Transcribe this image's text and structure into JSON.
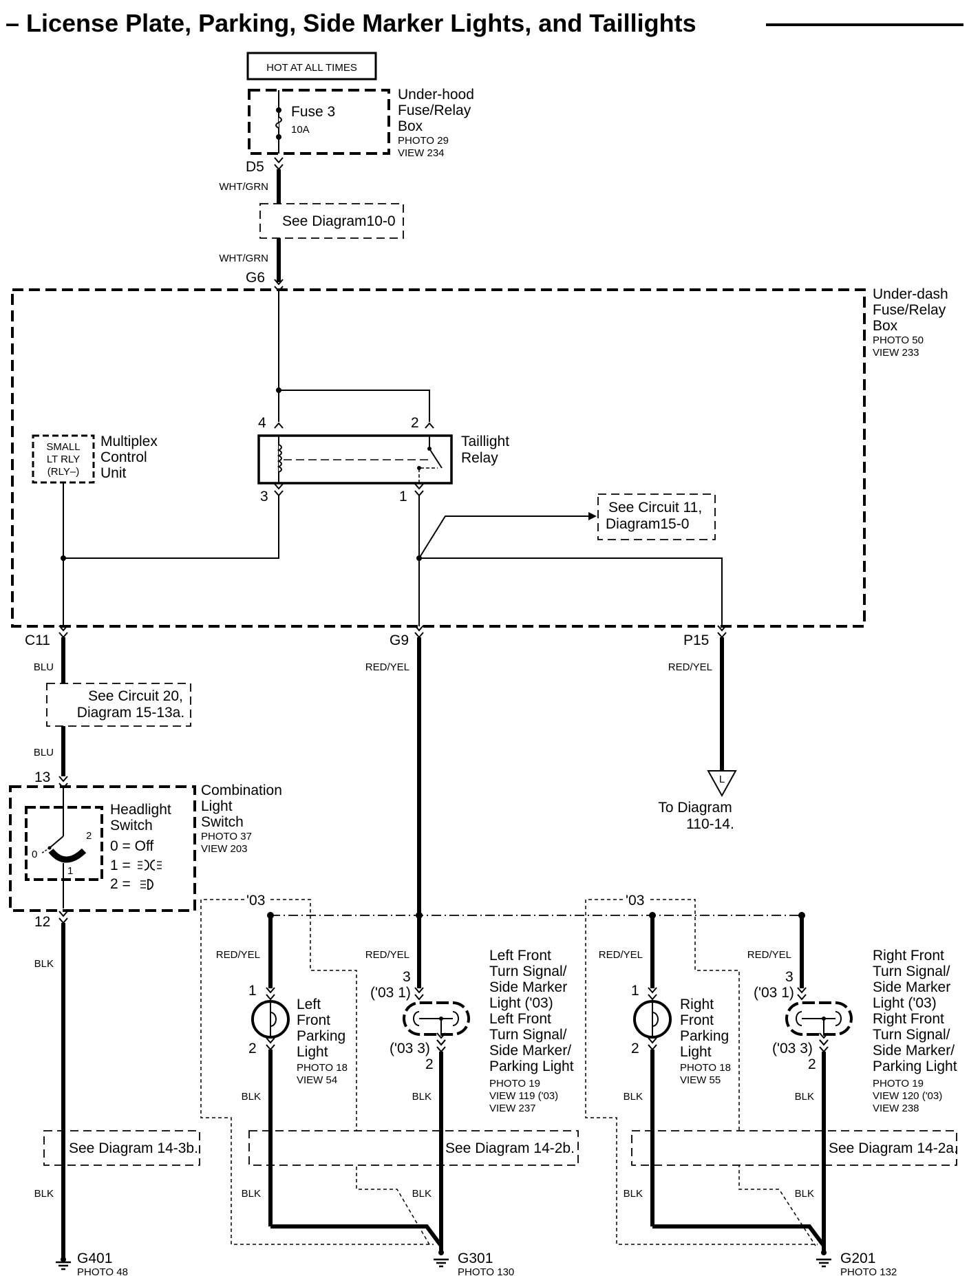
{
  "title": "– License Plate, Parking, Side Marker Lights, and Taillights",
  "hot_label": "HOT AT ALL TIMES",
  "underhood_box": {
    "fuse_name": "Fuse 3",
    "fuse_rating": "10A",
    "name_lines": [
      "Under-hood",
      "Fuse/Relay",
      "Box"
    ],
    "photo": "PHOTO 29",
    "view": "VIEW 234"
  },
  "terminals": {
    "d5": "D5",
    "g6": "G6",
    "c11": "C11",
    "g9": "G9",
    "p15": "P15",
    "c13": "13",
    "c12": "12"
  },
  "wire_colors": {
    "wht_grn": "WHT/GRN",
    "blu": "BLU",
    "red_yel": "RED/YEL",
    "blk": "BLK"
  },
  "references": {
    "diag_10_0": "See Diagram10-0",
    "circuit_11": [
      "See Circuit 11,",
      "Diagram15-0"
    ],
    "circuit_20": [
      "See Circuit 20,",
      "Diagram 15-13a."
    ],
    "diag_14_3b": "See Diagram 14-3b.",
    "diag_14_2b": "See Diagram 14-2b.",
    "diag_14_2a": "See Diagram 14-2a."
  },
  "underdash_box": {
    "name_lines": [
      "Under-dash",
      "Fuse/Relay",
      "Box"
    ],
    "photo": "PHOTO 50",
    "view": "VIEW 233"
  },
  "relay": {
    "name_lines": [
      "Taillight",
      "Relay"
    ],
    "pins": {
      "p4": "4",
      "p2": "2",
      "p3": "3",
      "p1": "1"
    }
  },
  "mcu": {
    "inner_lines": [
      "SMALL",
      "LT RLY",
      "(RLY–)"
    ],
    "name_lines": [
      "Multiplex",
      "Control",
      "Unit"
    ]
  },
  "combo_switch": {
    "name_lines": [
      "Combination",
      "Light",
      "Switch"
    ],
    "photo": "PHOTO 37",
    "view": "VIEW 203",
    "headlight_lines": [
      "Headlight",
      "Switch"
    ],
    "positions": {
      "p0": "0",
      "p1": "1",
      "p2": "2"
    },
    "legend": [
      "0 = Off",
      "1 =",
      "2 ="
    ]
  },
  "to_diagram": {
    "symbol": "L",
    "lines": [
      "To Diagram",
      "110-14."
    ]
  },
  "year_tag": "'03",
  "left_parking": {
    "name_lines": [
      "Left",
      "Front",
      "Parking",
      "Light"
    ],
    "photo": "PHOTO 18",
    "view": "VIEW 54",
    "pins": {
      "top": "1",
      "bottom": "2"
    }
  },
  "left_turn": {
    "name_lines": [
      "Left Front",
      "Turn Signal/",
      "Side Marker",
      "Light ('03)",
      "Left Front",
      "Turn Signal/",
      "Side Marker/",
      "Parking Light"
    ],
    "photo": "PHOTO 19",
    "view1": "VIEW 119 ('03)",
    "view2": "VIEW 237",
    "pins": {
      "top": "3",
      "top_alt": "('03 1)",
      "bottom_alt": "('03 3)",
      "bottom": "2"
    }
  },
  "right_parking": {
    "name_lines": [
      "Right",
      "Front",
      "Parking",
      "Light"
    ],
    "photo": "PHOTO 18",
    "view": "VIEW 55",
    "pins": {
      "top": "1",
      "bottom": "2"
    }
  },
  "right_turn": {
    "name_lines": [
      "Right Front",
      "Turn Signal/",
      "Side Marker",
      "Light ('03)",
      "Right Front",
      "Turn Signal/",
      "Side Marker/",
      "Parking Light"
    ],
    "photo": "PHOTO 19",
    "view1": "VIEW 120 ('03)",
    "view2": "VIEW 238",
    "pins": {
      "top": "3",
      "top_alt": "('03 1)",
      "bottom_alt": "('03 3)",
      "bottom": "2"
    }
  },
  "grounds": {
    "g401": {
      "name": "G401",
      "photo": "PHOTO 48"
    },
    "g301": {
      "name": "G301",
      "photo": "PHOTO 130"
    },
    "g201": {
      "name": "G201",
      "photo": "PHOTO 132"
    }
  }
}
